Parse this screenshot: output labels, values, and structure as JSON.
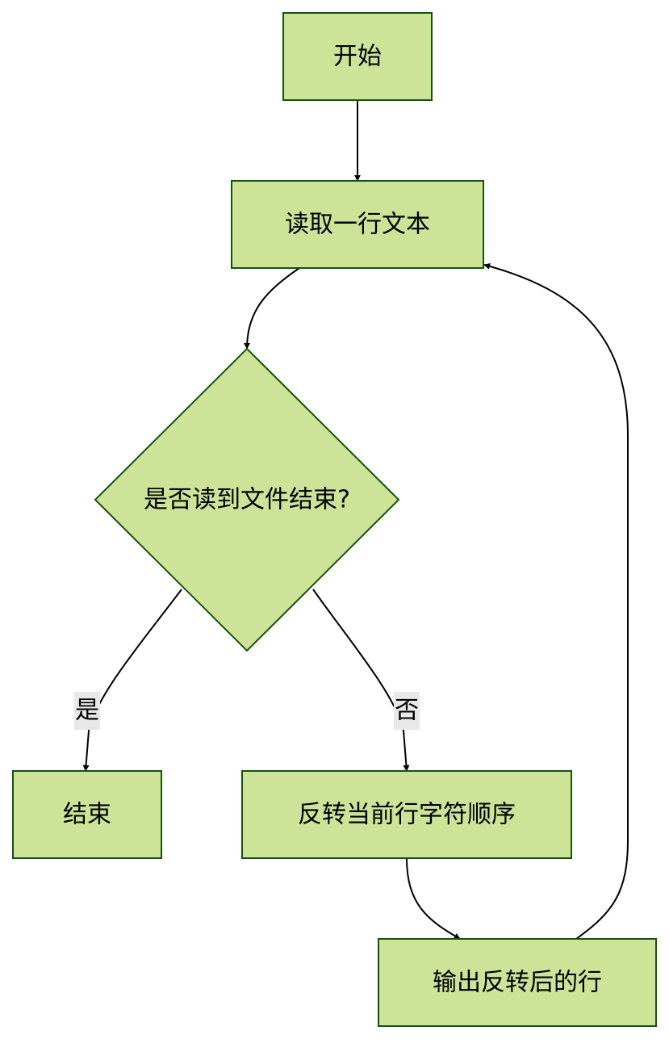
{
  "nodes": {
    "start": {
      "label": "开始"
    },
    "read_line": {
      "label": "读取一行文本"
    },
    "eof_check": {
      "label": "是否读到文件结束?"
    },
    "end": {
      "label": "结束"
    },
    "reverse": {
      "label": "反转当前行字符顺序"
    },
    "output": {
      "label": "输出反转后的行"
    }
  },
  "edges": {
    "yes_label": "是",
    "no_label": "否"
  },
  "colors": {
    "node_fill": "#cde498",
    "node_stroke": "#13540c",
    "edge": "#000000",
    "edge_label_bg": "#e8e8e8"
  }
}
